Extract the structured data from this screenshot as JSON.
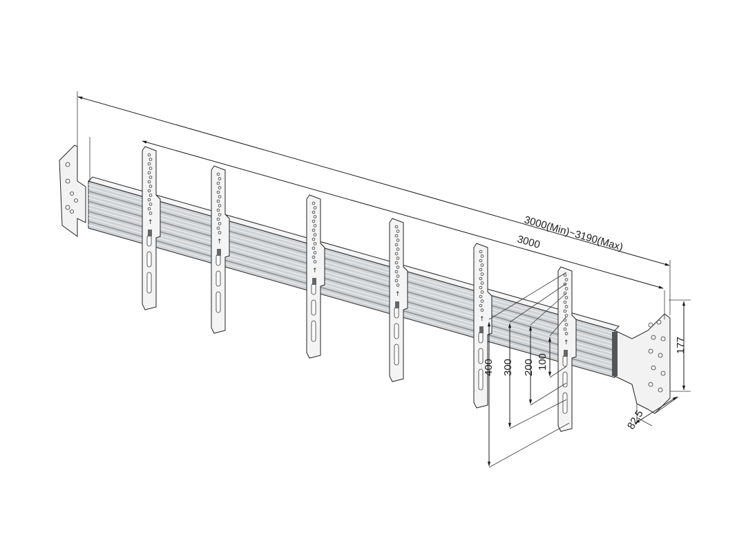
{
  "dimensions": {
    "overall_range": "3000(Min)~3190(Max)",
    "rail_length": "3000",
    "vesa_400": "400",
    "vesa_300": "300",
    "vesa_200": "200",
    "vesa_100": "100",
    "bracket_height": "177",
    "bracket_depth": "82.5"
  },
  "colors": {
    "rail_fill": "#cfd3d6",
    "rail_stripe_dark": "#8d9296",
    "rail_stripe_light": "#eef0f1",
    "arm_fill": "#f4f4f4",
    "bracket_fill": "#f2f2f2",
    "line": "#1a1a1a"
  },
  "icons": [
    "wall-bracket-left-icon",
    "wall-bracket-right-icon",
    "vertical-arm-icon",
    "mounting-rail-icon"
  ]
}
